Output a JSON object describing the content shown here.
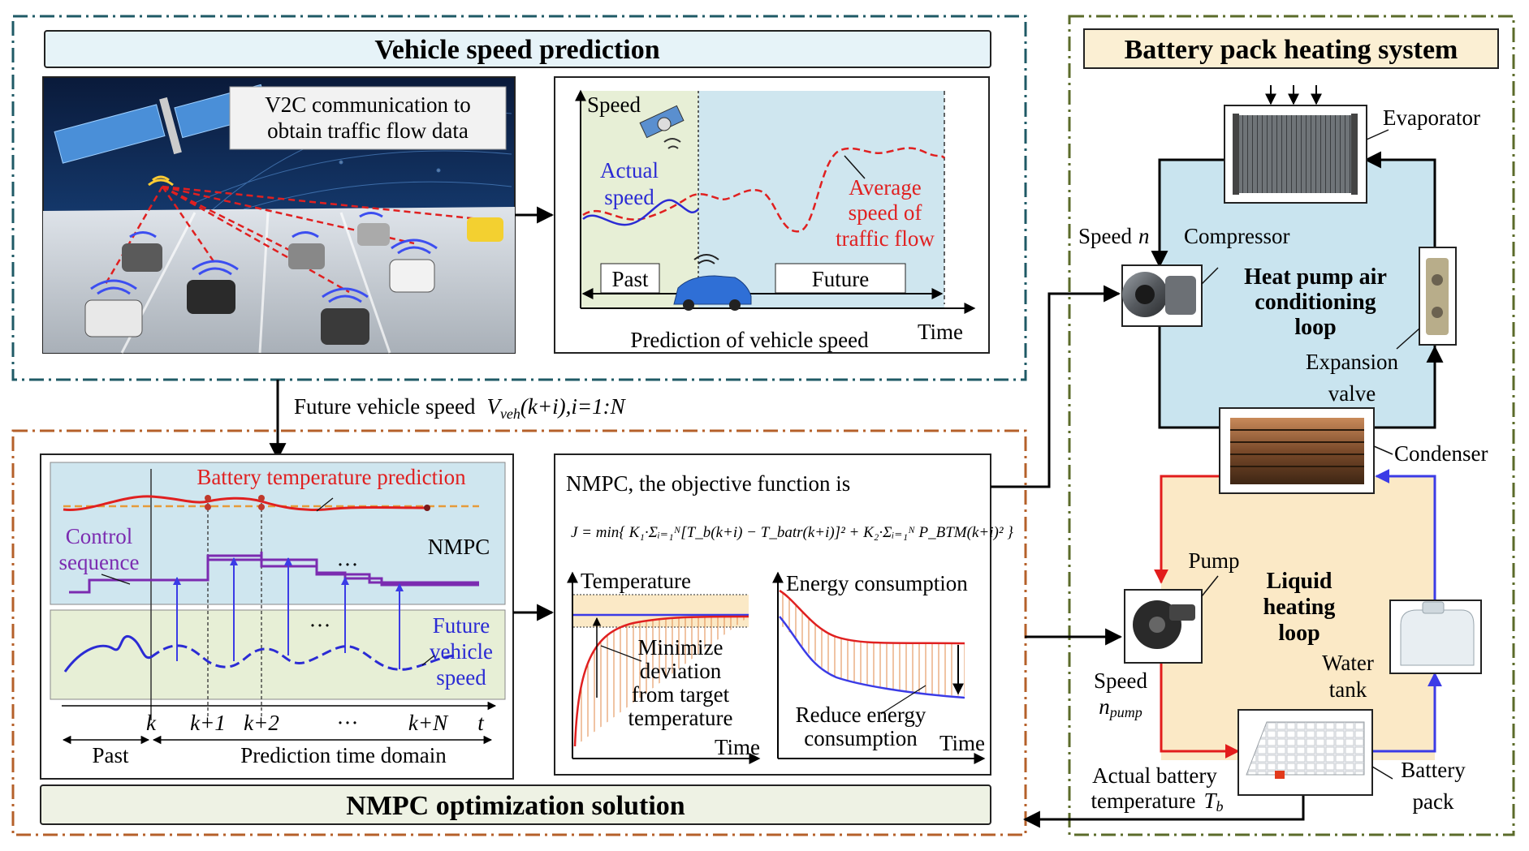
{
  "speed_prediction": {
    "title": "Vehicle speed prediction",
    "v2c_line1": "V2C communication to",
    "v2c_line2": "obtain traffic flow data",
    "speed_axis": "Speed",
    "time_axis": "Time",
    "actual_line1": "Actual",
    "actual_line2": "speed",
    "avg_line1": "Average",
    "avg_line2": "speed of",
    "avg_line3": "traffic flow",
    "past": "Past",
    "future": "Future",
    "caption": "Prediction of vehicle speed"
  },
  "future_speed": {
    "label": "Future vehicle speed",
    "v": "V",
    "sub": "veh",
    "args": "(k+i),i=1:N"
  },
  "mpc_panel": {
    "battery_temp": "Battery temperature prediction",
    "control_line1": "Control",
    "control_line2": "sequence",
    "nmpc": "NMPC",
    "dots": "···",
    "future_line1": "Future",
    "future_line2": "vehicle",
    "future_line3": "speed",
    "ticks": [
      "k",
      "k+1",
      "k+2",
      "···",
      "k+N",
      "t"
    ],
    "past": "Past",
    "domain": "Prediction time domain"
  },
  "objective": {
    "title": "NMPC, the objective function is",
    "equation": "J = min{ K₁·Σᵢ₌₁ᴺ[T_b(k+i) − T_batr(k+i)]² + K₂·Σᵢ₌₁ᴺ P_BTM(k+i)² }",
    "temp_axis": "Temperature",
    "minimize_line1": "Minimize",
    "minimize_line2": "deviation",
    "minimize_line3": "from target",
    "minimize_line4": "temperature",
    "time1": "Time",
    "energy_axis": "Energy consumption",
    "reduce_line1": "Reduce energy",
    "reduce_line2": "consumption",
    "time2": "Time"
  },
  "solution_title": "NMPC optimization solution",
  "battery_system": {
    "title": "Battery pack heating system",
    "evaporator": "Evaporator",
    "speed_n": "Speed",
    "n": "n",
    "compressor": "Compressor",
    "hp_line1": "Heat pump air",
    "hp_line2": "conditioning",
    "hp_line3": "loop",
    "exp_line1": "Expansion",
    "exp_line2": "valve",
    "condenser": "Condenser",
    "pump": "Pump",
    "lh_line1": "Liquid",
    "lh_line2": "heating",
    "lh_line3": "loop",
    "water_line1": "Water",
    "water_line2": "tank",
    "speed_pump": "Speed",
    "npump_n": "n",
    "npump_sub": "pump",
    "actual_line1": "Actual battery",
    "actual_line2": "temperature",
    "tb_T": "T",
    "tb_sub": "b",
    "battery_line1": "Battery",
    "battery_line2": "pack"
  },
  "colors": {
    "teal_frame": "#1f5a66",
    "orange_frame": "#b5602a",
    "olive_frame": "#5b6b2a",
    "title_fill_blue": "#e6f3f8",
    "title_fill_olive": "#eef2e4",
    "hp_loop_fill": "#c9e4ef",
    "liquid_loop_fill": "#fbe9c6",
    "hot_pipe": "#e21c1c",
    "cold_pipe": "#3b3be6",
    "avg_speed": "#e02020",
    "actual_speed": "#2b2bd4"
  }
}
